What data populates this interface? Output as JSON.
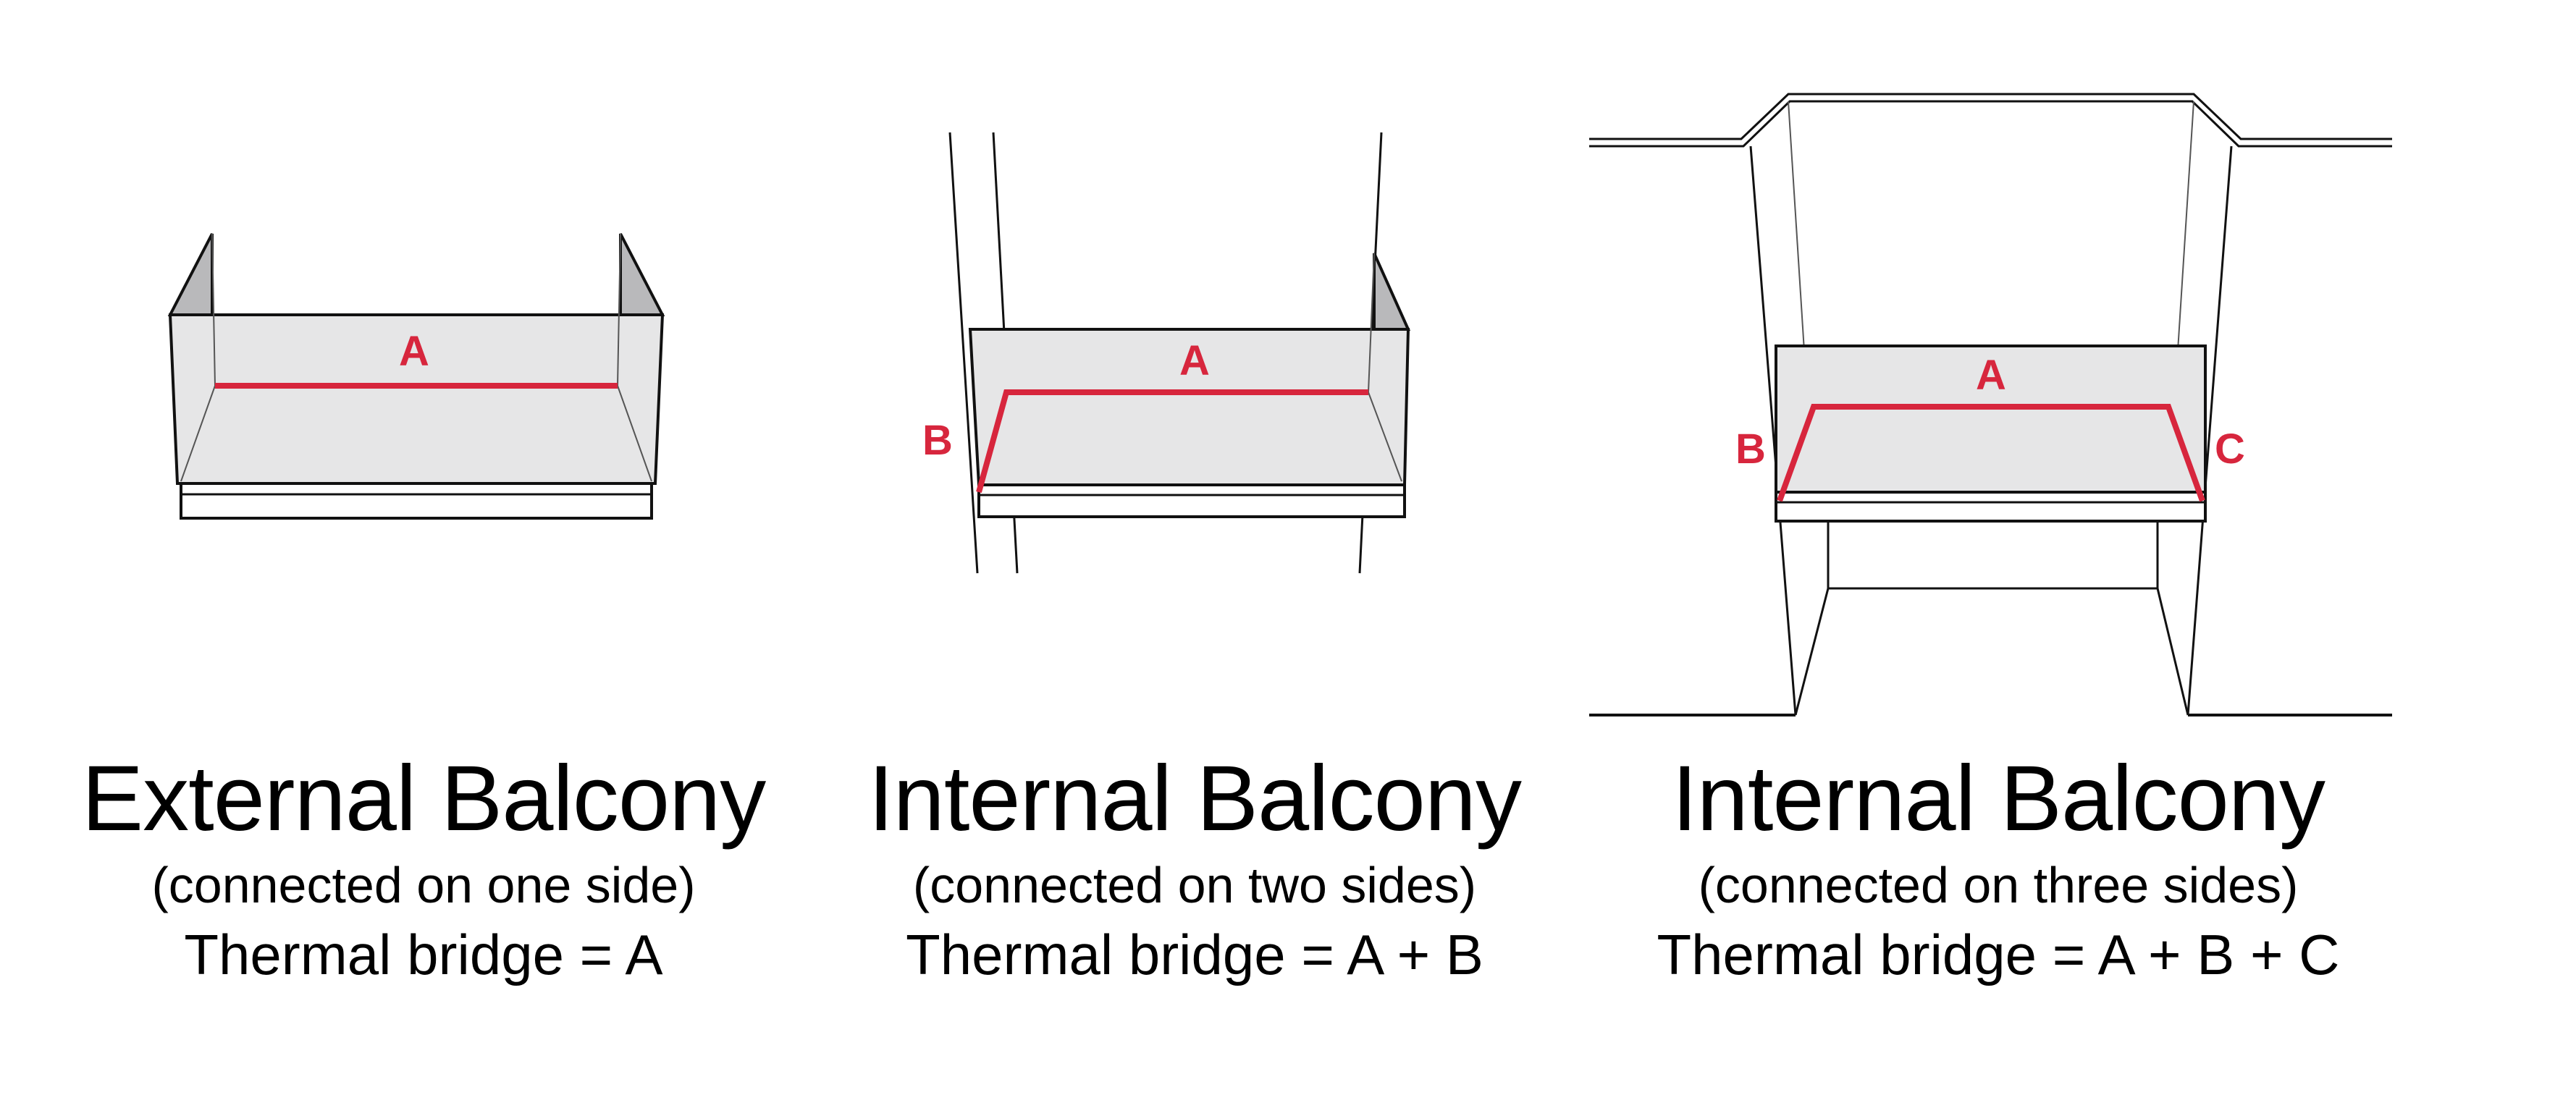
{
  "colors": {
    "line": "#111111",
    "bridge": "#d7263d",
    "floor": "#e6e6e7",
    "wall_shade": "#b9b9bb",
    "paper": "#ffffff"
  },
  "panels": [
    {
      "id": "external",
      "title": "External Balcony",
      "subtitle": "(connected on one side)",
      "formula": "Thermal bridge = A",
      "labels": {
        "a": "A"
      }
    },
    {
      "id": "internal-two",
      "title": "Internal Balcony",
      "subtitle": "(connected on two sides)",
      "formula": "Thermal bridge = A + B",
      "labels": {
        "a": "A",
        "b": "B"
      }
    },
    {
      "id": "internal-three",
      "title": "Internal Balcony",
      "subtitle": "(connected on three sides)",
      "formula": "Thermal bridge = A + B + C",
      "labels": {
        "a": "A",
        "b": "B",
        "c": "C"
      }
    }
  ]
}
